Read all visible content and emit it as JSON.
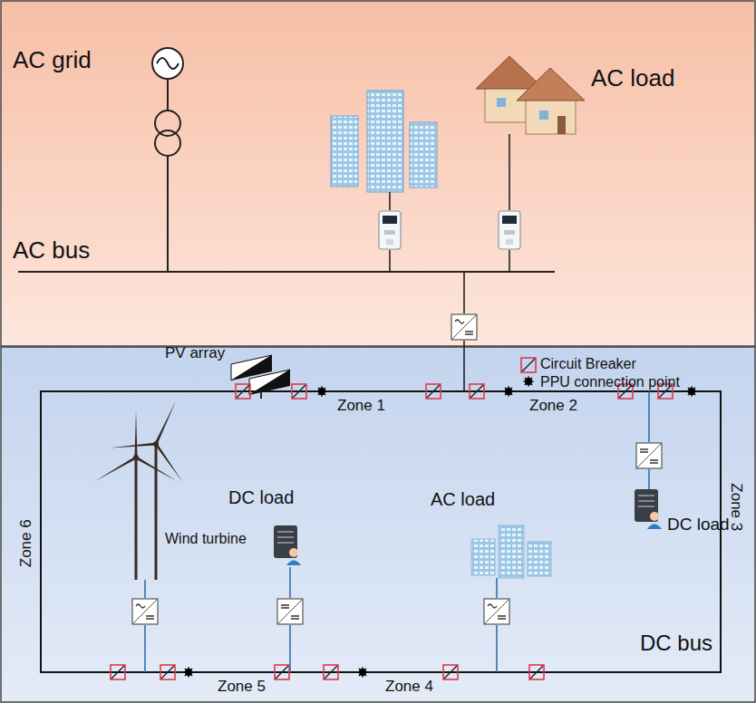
{
  "diagram": {
    "labels": [
      "AC grid",
      "AC load",
      "AC bus",
      "PV array",
      "Zone 1",
      "Zone 2",
      "Zone 6",
      "Wind turbine",
      "DC load",
      "AC load",
      "Zone 3",
      "DC load",
      "DC bus",
      "Zone 5",
      "Zone 4"
    ],
    "legend": [
      {
        "text": "Circuit Breaker"
      },
      {
        "text": "PPU connection point"
      }
    ]
  }
}
